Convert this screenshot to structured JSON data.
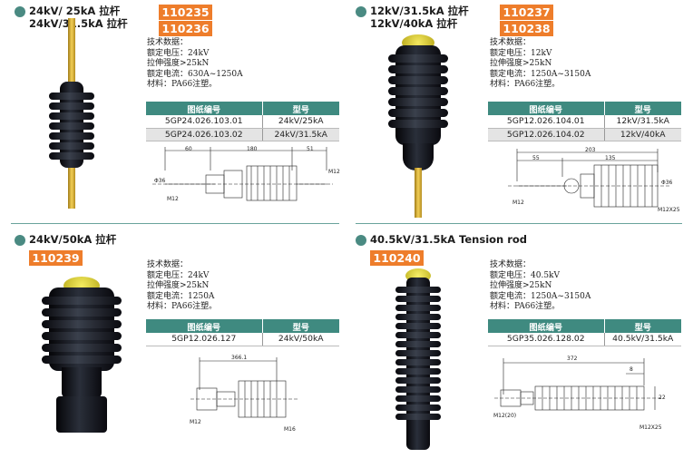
{
  "spec_labels": {
    "title": "技术数据：",
    "voltage": "额定电压：",
    "strength": "拉伸强度>25kN",
    "current": "额定电流：",
    "material": "材料：PA66注塑。"
  },
  "table_headers": {
    "drawing_no": "图纸编号",
    "model": "型号"
  },
  "products": [
    {
      "title_lines": [
        "24kV/ 25kA 拉杆",
        "24kV/31.5kA 拉杆"
      ],
      "codes": [
        "110235",
        "110236"
      ],
      "voltage": "24kV",
      "current": "630A~1250A",
      "rows": [
        {
          "drawing": "5GP24.026.103.01",
          "model": "24kV/25kA"
        },
        {
          "drawing": "5GP24.026.103.02",
          "model": "24kV/31.5kA"
        }
      ],
      "dims": [
        "60",
        "180",
        "51",
        "M12",
        "M12",
        "Φ36"
      ]
    },
    {
      "title_lines": [
        "12kV/31.5kA 拉杆",
        "12kV/40kA 拉杆"
      ],
      "codes": [
        "110237",
        "110238"
      ],
      "voltage": "12kV",
      "current": "1250A~3150A",
      "rows": [
        {
          "drawing": "5GP12.026.104.01",
          "model": "12kV/31.5kA"
        },
        {
          "drawing": "5GP12.026.104.02",
          "model": "12kV/40kA"
        }
      ],
      "dims": [
        "203",
        "55",
        "135",
        "M12",
        "M12X25",
        "Φ36"
      ]
    },
    {
      "title_lines": [
        "24kV/50kA 拉杆"
      ],
      "codes": [
        "110239"
      ],
      "voltage": "24kV",
      "current": "1250A",
      "rows": [
        {
          "drawing": "5GP12.026.127",
          "model": "24kV/50kA"
        }
      ],
      "dims": [
        "366.1",
        "M12",
        "M16"
      ]
    },
    {
      "title_lines": [
        "40.5kV/31.5kA Tension rod"
      ],
      "codes": [
        "110240"
      ],
      "voltage": "40.5kV",
      "current": "1250A~3150A",
      "rows": [
        {
          "drawing": "5GP35.026.128.02",
          "model": "40.5kV/31.5kA"
        }
      ],
      "dims": [
        "372",
        "8",
        "22",
        "M12(20)",
        "M12X25"
      ]
    }
  ]
}
